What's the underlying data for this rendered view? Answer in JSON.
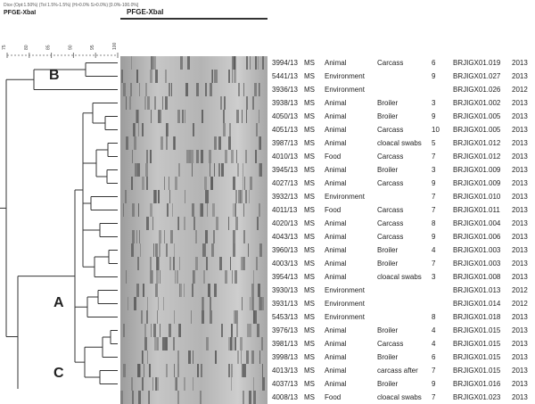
{
  "header": {
    "small": "Dice (Opt:1.50%) (Tol 1.5%-1.5%) (H>0.0% S>0.0%) [0.0%-100.0%]",
    "left": "PFGE-XbaI",
    "gel": "PFGE-XbaI"
  },
  "scale_ticks": [
    "75",
    "80",
    "85",
    "90",
    "95",
    "100"
  ],
  "clades": {
    "a": "A",
    "b": "B",
    "c": "C"
  },
  "rows": [
    {
      "id": "3994/13",
      "state": "MS",
      "source": "Animal",
      "type": "Carcass",
      "num": "6",
      "profile": "BRJIGX01.019",
      "year": "2013"
    },
    {
      "id": "5441/13",
      "state": "MS",
      "source": "Environment",
      "type": "",
      "num": "9",
      "profile": "BRJIGX01.027",
      "year": "2013"
    },
    {
      "id": "3936/13",
      "state": "MS",
      "source": "Environment",
      "type": "",
      "num": "",
      "profile": "BRJIGX01.026",
      "year": "2012"
    },
    {
      "id": "3938/13",
      "state": "MS",
      "source": "Animal",
      "type": "Broiler",
      "num": "3",
      "profile": "BRJIGX01.002",
      "year": "2013"
    },
    {
      "id": "4050/13",
      "state": "MS",
      "source": "Animal",
      "type": "Broiler",
      "num": "9",
      "profile": "BRJIGX01.005",
      "year": "2013"
    },
    {
      "id": "4051/13",
      "state": "MS",
      "source": "Animal",
      "type": "Carcass",
      "num": "10",
      "profile": "BRJIGX01.005",
      "year": "2013"
    },
    {
      "id": "3987/13",
      "state": "MS",
      "source": "Animal",
      "type": "cloacal swabs",
      "num": "5",
      "profile": "BRJIGX01.012",
      "year": "2013"
    },
    {
      "id": "4010/13",
      "state": "MS",
      "source": "Food",
      "type": "Carcass",
      "num": "7",
      "profile": "BRJIGX01.012",
      "year": "2013"
    },
    {
      "id": "3945/13",
      "state": "MS",
      "source": "Animal",
      "type": "Broiler",
      "num": "3",
      "profile": "BRJIGX01.009",
      "year": "2013"
    },
    {
      "id": "4027/13",
      "state": "MS",
      "source": "Animal",
      "type": "Carcass",
      "num": "9",
      "profile": "BRJIGX01.009",
      "year": "2013"
    },
    {
      "id": "3932/13",
      "state": "MS",
      "source": "Environment",
      "type": "",
      "num": "7",
      "profile": "BRJIGX01.010",
      "year": "2013"
    },
    {
      "id": "4011/13",
      "state": "MS",
      "source": "Food",
      "type": "Carcass",
      "num": "7",
      "profile": "BRJIGX01.011",
      "year": "2013"
    },
    {
      "id": "4020/13",
      "state": "MS",
      "source": "Animal",
      "type": "Carcass",
      "num": "8",
      "profile": "BRJIGX01.004",
      "year": "2013"
    },
    {
      "id": "4043/13",
      "state": "MS",
      "source": "Animal",
      "type": "Carcass",
      "num": "9",
      "profile": "BRJIGX01.006",
      "year": "2013"
    },
    {
      "id": "3960/13",
      "state": "MS",
      "source": "Animal",
      "type": "Broiler",
      "num": "4",
      "profile": "BRJIGX01.003",
      "year": "2013"
    },
    {
      "id": "4003/13",
      "state": "MS",
      "source": "Animal",
      "type": "Broiler",
      "num": "7",
      "profile": "BRJIGX01.003",
      "year": "2013"
    },
    {
      "id": "3954/13",
      "state": "MS",
      "source": "Animal",
      "type": "cloacal swabs",
      "num": "3",
      "profile": "BRJIGX01.008",
      "year": "2013"
    },
    {
      "id": "3930/13",
      "state": "MS",
      "source": "Environment",
      "type": "",
      "num": "",
      "profile": "BRJIGX01.013",
      "year": "2012"
    },
    {
      "id": "3931/13",
      "state": "MS",
      "source": "Environment",
      "type": "",
      "num": "",
      "profile": "BRJIGX01.014",
      "year": "2012"
    },
    {
      "id": "5453/13",
      "state": "MS",
      "source": "Environment",
      "type": "",
      "num": "8",
      "profile": "BRJIGX01.018",
      "year": "2013"
    },
    {
      "id": "3976/13",
      "state": "MS",
      "source": "Animal",
      "type": "Broiler",
      "num": "4",
      "profile": "BRJIGX01.015",
      "year": "2013"
    },
    {
      "id": "3981/13",
      "state": "MS",
      "source": "Animal",
      "type": "Carcass",
      "num": "4",
      "profile": "BRJIGX01.015",
      "year": "2013"
    },
    {
      "id": "3998/13",
      "state": "MS",
      "source": "Animal",
      "type": "Broiler",
      "num": "6",
      "profile": "BRJIGX01.015",
      "year": "2013"
    },
    {
      "id": "4013/13",
      "state": "MS",
      "source": "Animal",
      "type": "carcass after",
      "num": "7",
      "profile": "BRJIGX01.015",
      "year": "2013"
    },
    {
      "id": "4037/13",
      "state": "MS",
      "source": "Animal",
      "type": "Broiler",
      "num": "9",
      "profile": "BRJIGX01.016",
      "year": "2013"
    },
    {
      "id": "4008/13",
      "state": "MS",
      "source": "Food",
      "type": "cloacal swabs",
      "num": "7",
      "profile": "BRJIGX01.023",
      "year": "2013"
    }
  ]
}
